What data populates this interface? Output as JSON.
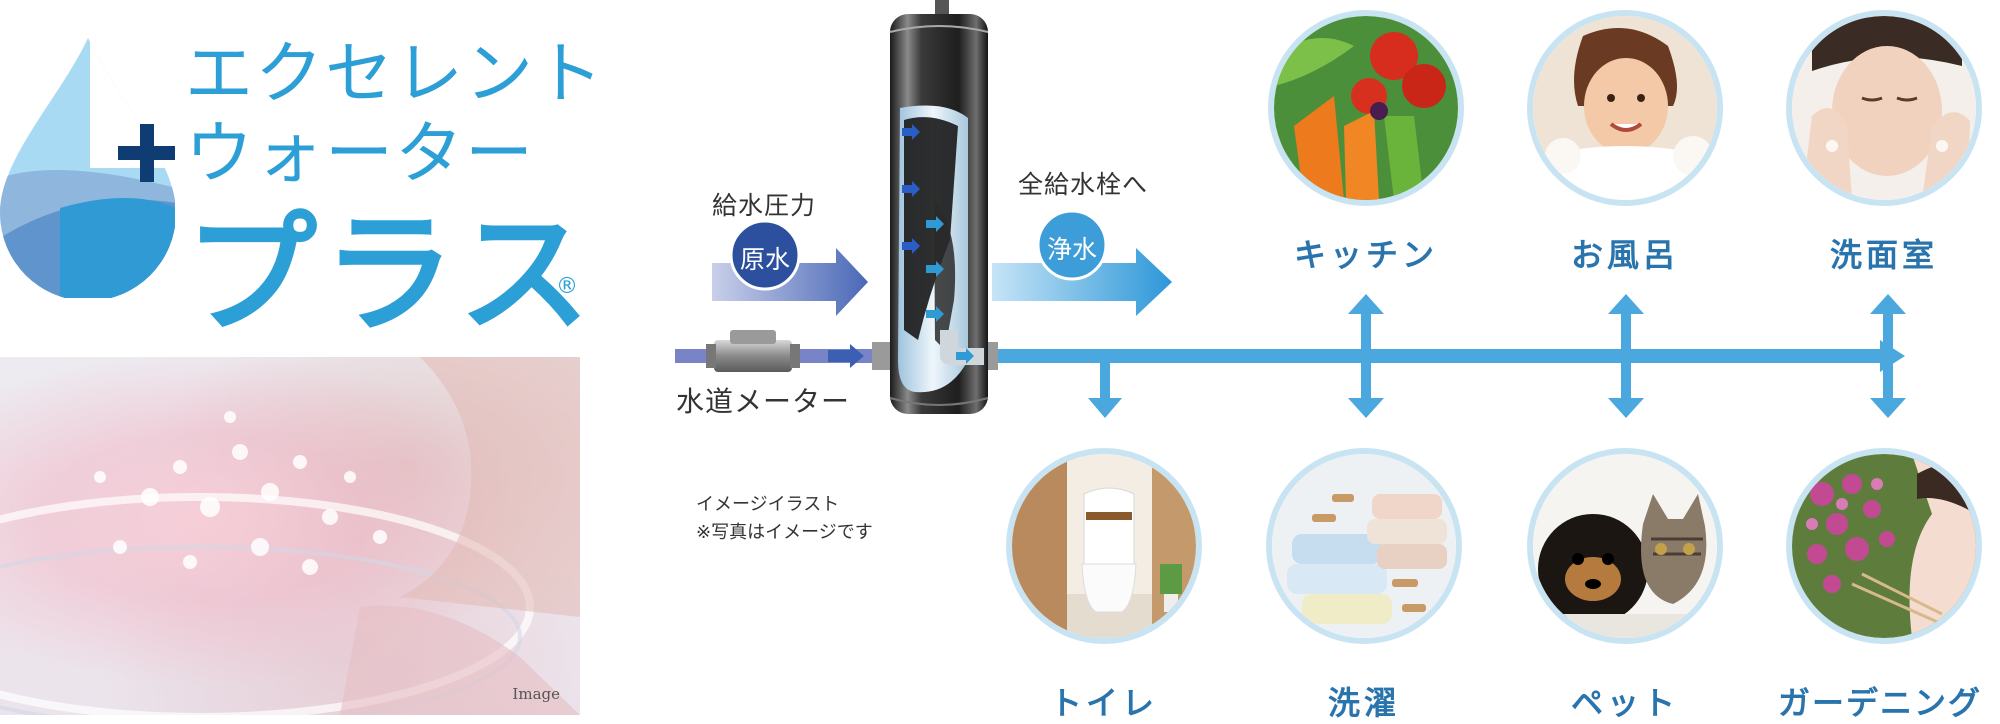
{
  "logo": {
    "line1": "エクセレント",
    "line2": "ウォーター",
    "line3": "プラス",
    "registered": "®"
  },
  "photo": {
    "caption": "Image"
  },
  "flow": {
    "supply_pressure": "給水圧力",
    "raw_water": "原水",
    "to_all_taps": "全給水栓へ",
    "purified_water": "浄水",
    "water_meter": "水道メーター",
    "note_line1": "イメージイラスト",
    "note_line2": "※写真はイメージです"
  },
  "destinations": {
    "top": [
      {
        "label": "キッチン",
        "icon": "vegetables-photo"
      },
      {
        "label": "お風呂",
        "icon": "bath-photo"
      },
      {
        "label": "洗面室",
        "icon": "face-wash-photo"
      }
    ],
    "bottom": [
      {
        "label": "トイレ",
        "icon": "toilet-photo"
      },
      {
        "label": "洗濯",
        "icon": "laundry-photo"
      },
      {
        "label": "ペット",
        "icon": "pets-photo"
      },
      {
        "label": "ガーデニング",
        "icon": "gardening-photo"
      }
    ]
  },
  "colors": {
    "brand_blue": "#2c9fd6",
    "pipe_blue": "#4aa8de",
    "label_blue": "#2a74ad",
    "raw_water_blue": "#4a68b7",
    "purified_blue": "#3d9dd8",
    "circle_border": "#c8e4f3"
  }
}
